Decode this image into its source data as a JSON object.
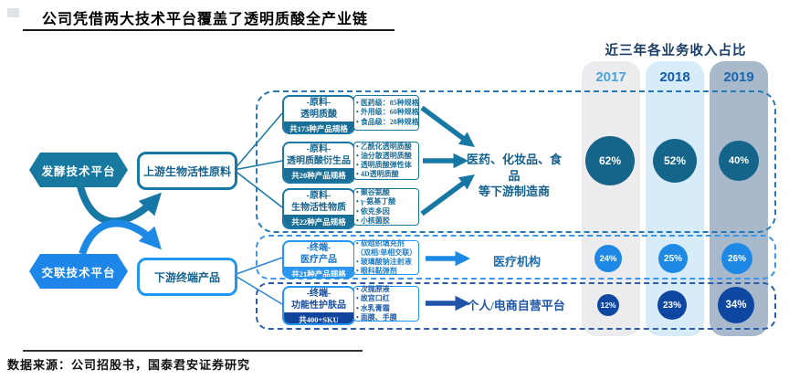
{
  "title": "公司凭借两大技术平台覆盖了透明质酸全产业链",
  "footer": "数据来源：公司招股书，国泰君安证券研究",
  "platforms": [
    {
      "label": "发酵技术平台"
    },
    {
      "label": "交联技术平台"
    }
  ],
  "stages": [
    {
      "label": "上游生物活性原料"
    },
    {
      "label": "下游终端产品"
    }
  ],
  "groups": [
    {
      "categories": [
        {
          "title1": "-原料-",
          "title2": "透明质酸",
          "banner": "共173种产品规格",
          "items": [
            "医药级：85种规格",
            "外用级：60种规格",
            "食品级：28种规格"
          ]
        },
        {
          "title1": "-原料-",
          "title2": "透明质酸衍生品",
          "banner": "共20种产品规格",
          "items": [
            "乙酰化透明质酸",
            "油分散透明质酸",
            "透明质酸弹性体",
            "4D透明质酸"
          ]
        },
        {
          "title1": "-原料-",
          "title2": "生物活性物质",
          "banner": "共22种产品规格",
          "items": [
            "聚谷氨酸",
            "γ-氨基丁酸",
            "依克多因",
            "小核菌胶"
          ]
        }
      ],
      "target": "医药、化妆品、食品\n等下游制造商",
      "percents": [
        "62%",
        "52%",
        "40%"
      ]
    },
    {
      "categories": [
        {
          "title1": "-终端-",
          "title2": "医疗产品",
          "banner": "共21种产品规格",
          "items": [
            "软组织填充剂",
            "（双相/单相交联）",
            "玻璃酸钠注射液",
            "眼科黏弹剂"
          ]
        }
      ],
      "target": "医疗机构",
      "percents": [
        "24%",
        "25%",
        "26%"
      ]
    },
    {
      "categories": [
        {
          "title1": "-终端-",
          "title2": "功能性护肤品",
          "banner": "共400+SKU",
          "items": [
            "次抛原液",
            "故宫口红",
            "水乳膏霜",
            "面膜、手膜"
          ]
        }
      ],
      "target": "个人/电商自营平台",
      "percents": [
        "12%",
        "23%",
        "34%"
      ]
    }
  ],
  "right_panel": {
    "title": "近三年各业务收入占比",
    "years": [
      "2017",
      "2018",
      "2019"
    ]
  },
  "colors": {
    "teal": "#1778a5",
    "bright_blue": "#1e88e5",
    "navy": "#11459c",
    "banner_teal": "#1a6f96",
    "circle_row1": "#15658a",
    "circle_row2": "#1e88e5",
    "circle_row3": "#0d47a1",
    "column_2017": "#ececee",
    "column_2018": "#d7ecf8",
    "column_2019": "#a8b9cb",
    "year_2017": "#4aa3da",
    "year_2018": "#0f5cad",
    "year_2019": "#1967b1"
  },
  "chart_data": {
    "type": "table",
    "title": "近三年各业务收入占比",
    "categories": [
      "2017",
      "2018",
      "2019"
    ],
    "series": [
      {
        "name": "医药、化妆品、食品等下游制造商",
        "values": [
          62,
          52,
          40
        ]
      },
      {
        "name": "医疗机构",
        "values": [
          24,
          25,
          26
        ]
      },
      {
        "name": "个人/电商自营平台",
        "values": [
          12,
          23,
          34
        ]
      }
    ],
    "unit": "%",
    "legend_position": "none",
    "grid": false
  }
}
